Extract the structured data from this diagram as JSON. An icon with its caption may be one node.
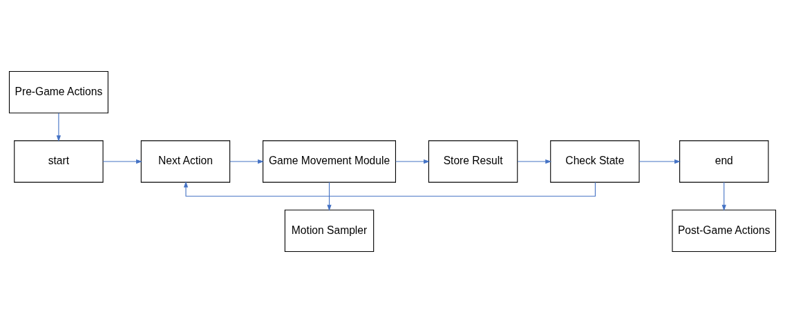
{
  "diagram": {
    "nodes": [
      {
        "text": [
          "Pre-Game Actions"
        ]
      },
      {
        "text": [
          "start"
        ]
      },
      {
        "text": [
          "Next Action"
        ]
      },
      {
        "text": [
          "Store Result"
        ]
      },
      {
        "text": [
          "Check State"
        ]
      },
      {
        "text": [
          "end"
        ]
      },
      {
        "text": [
          "Game Movement Module"
        ]
      },
      {
        "text": [
          "Post-Game Actions"
        ]
      },
      {
        "text": [
          "Motion Sampler"
        ]
      }
    ],
    "edges": [
      {
        "from": 0,
        "to": 1,
        "arrow": "to"
      },
      {
        "from": 1,
        "to": 2,
        "arrow": "to"
      },
      {
        "from": 2,
        "to": 6,
        "arrow": "to"
      },
      {
        "from": 6,
        "to": 3,
        "arrow": "to"
      },
      {
        "from": 3,
        "to": 4,
        "arrow": "to"
      },
      {
        "from": 4,
        "to": 2,
        "arrow": "to"
      },
      {
        "from": 4,
        "to": 5,
        "arrow": "to"
      },
      {
        "from": 5,
        "to": 7,
        "arrow": "to"
      },
      {
        "from": 6,
        "to": 8,
        "arrow": "to"
      }
    ]
  }
}
